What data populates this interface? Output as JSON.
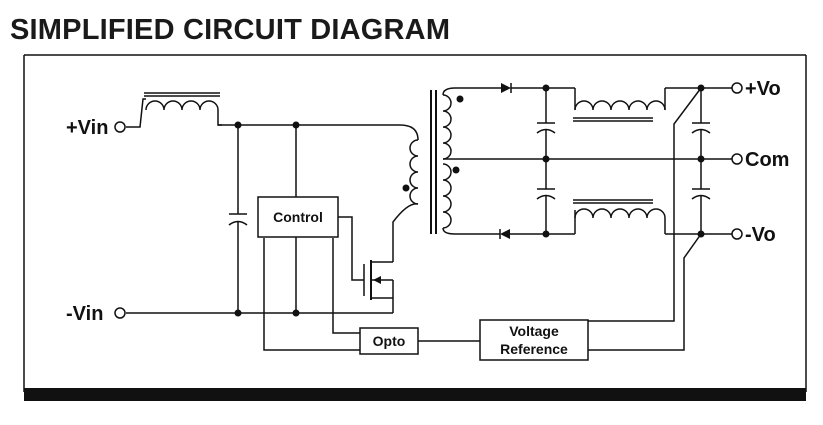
{
  "title": "SIMPLIFIED CIRCUIT DIAGRAM",
  "terminals": {
    "vin_pos": "+Vin",
    "vin_neg": "-Vin",
    "vo_pos": "+Vo",
    "com": "Com",
    "vo_neg": "-Vo"
  },
  "blocks": {
    "control": "Control",
    "opto": "Opto",
    "voltage_reference": [
      "Voltage",
      "Reference"
    ]
  }
}
